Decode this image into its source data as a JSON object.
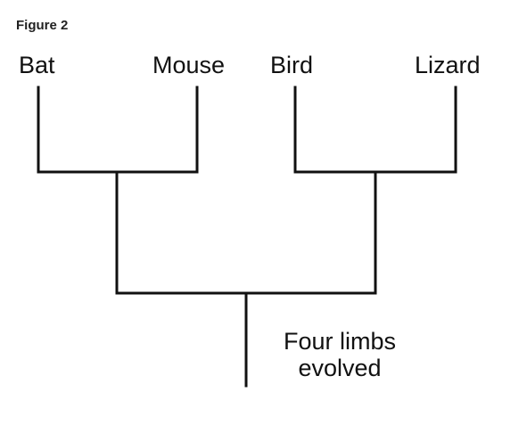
{
  "figure_label": "Figure 2",
  "taxa": [
    "Bat",
    "Mouse",
    "Bird",
    "Lizard"
  ],
  "root_annotation": {
    "line1": "Four limbs",
    "line2": "evolved"
  },
  "tree": {
    "type": "cladogram",
    "groups": [
      [
        "Bat",
        "Mouse"
      ],
      [
        "Bird",
        "Lizard"
      ]
    ],
    "root_label": "Four limbs evolved"
  },
  "colors": {
    "ink": "#111111",
    "background": "#ffffff"
  }
}
